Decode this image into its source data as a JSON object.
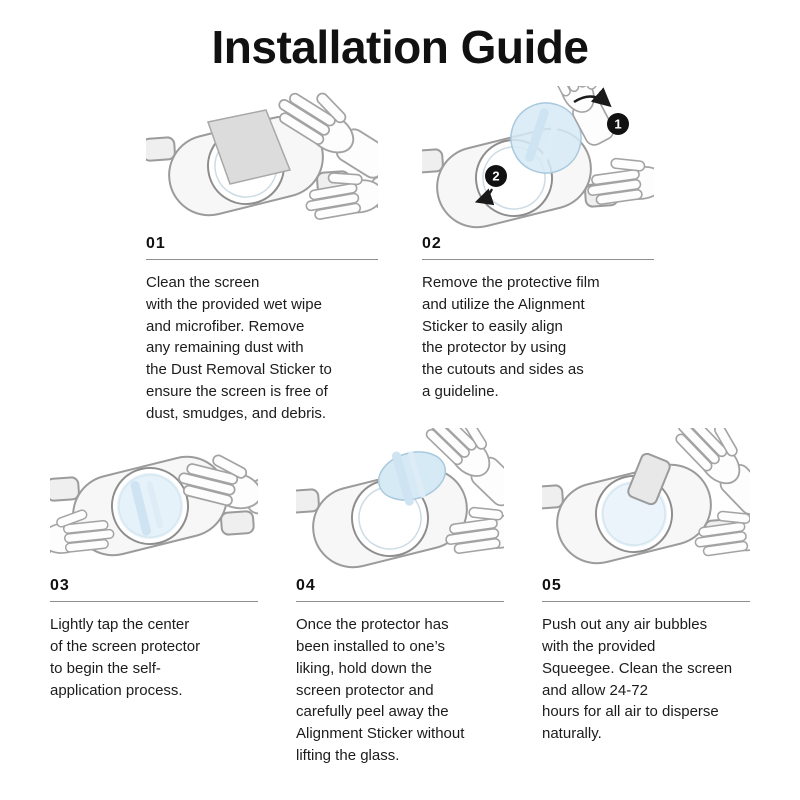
{
  "title": "Installation Guide",
  "steps": [
    {
      "number": "01",
      "text": "Clean the screen\nwith the provided wet wipe\nand microfiber. Remove\nany remaining dust with\nthe Dust Removal Sticker to\nensure the screen is free of\ndust, smudges, and debris."
    },
    {
      "number": "02",
      "text": "Remove the protective film\nand utilize the Alignment\nSticker to easily align\nthe protector by using\nthe cutouts and sides as\na guideline.",
      "badges": [
        "1",
        "2"
      ]
    },
    {
      "number": "03",
      "text": "Lightly tap the center\nof the screen protector\nto begin the self-\napplication process."
    },
    {
      "number": "04",
      "text": "Once the protector has\nbeen installed to one’s\nliking, hold down the\nscreen protector and\ncarefully peel away the\nAlignment Sticker without\nlifting the glass."
    },
    {
      "number": "05",
      "text": "Push out any air bubbles\nwith the provided\nSqueegee. Clean the screen\nand allow 24-72\nhours for all air to disperse\nnaturally."
    }
  ],
  "colors": {
    "text": "#1c1c1c",
    "divider": "#8f8f8f",
    "line_art": "#9b9b9b",
    "film_blue": "#d6eaf6",
    "badge_black": "#111111"
  }
}
